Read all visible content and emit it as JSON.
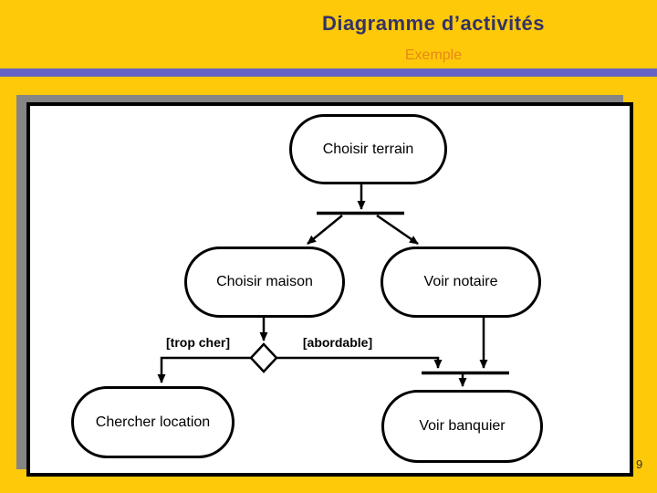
{
  "slide": {
    "title": "Diagramme d’activités",
    "subtitle": "Exemple",
    "page_number": "9"
  },
  "diagram": {
    "type": "uml-activity-diagram",
    "nodes": {
      "terrain": {
        "label": "Choisir terrain"
      },
      "maison": {
        "label": "Choisir maison"
      },
      "notaire": {
        "label": "Voir notaire"
      },
      "location": {
        "label": "Chercher location"
      },
      "banquier": {
        "label": "Voir banquier"
      }
    },
    "guards": {
      "trop_cher": {
        "label": "[trop cher]"
      },
      "abordable": {
        "label": "[abordable]"
      }
    },
    "edges": [
      {
        "from": "Choisir terrain",
        "to": "fork-bar"
      },
      {
        "from": "fork-bar",
        "to": "Choisir maison"
      },
      {
        "from": "fork-bar",
        "to": "Voir notaire"
      },
      {
        "from": "Choisir maison",
        "to": "decision"
      },
      {
        "from": "decision",
        "to": "Chercher location",
        "guard": "[trop cher]"
      },
      {
        "from": "decision",
        "to": "join-bar",
        "guard": "[abordable]"
      },
      {
        "from": "Voir notaire",
        "to": "join-bar"
      },
      {
        "from": "join-bar",
        "to": "Voir banquier"
      }
    ]
  },
  "colors": {
    "background": "#FEC908",
    "header_rule": "#6663C4",
    "title_text": "#333366",
    "subtitle_text": "#E6871A",
    "frame_shadow": "#858585",
    "frame_border": "#000000",
    "frame_fill": "#FFFFFF",
    "ink": "#000000",
    "page_number_text": "#333333"
  }
}
